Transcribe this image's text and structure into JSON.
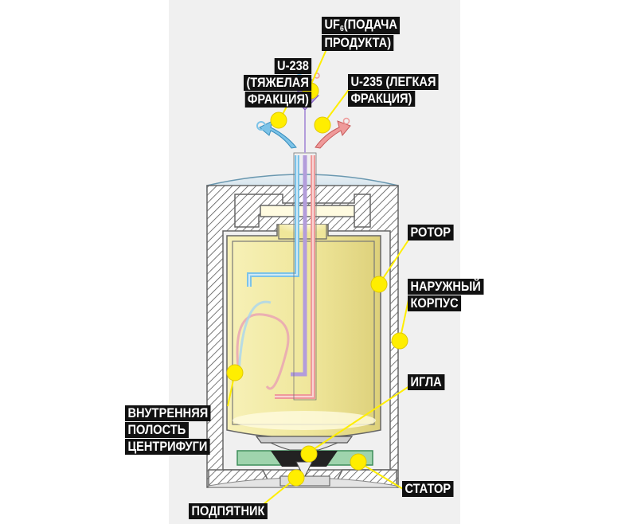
{
  "labels": {
    "uf6_feed": {
      "line1_main": "UF",
      "line1_sub": "6",
      "line1_rest": " (ПОДАЧА",
      "line2": "ПРОДУКТА)"
    },
    "u238": {
      "line1": "U-238",
      "line2": "(ТЯЖЕЛАЯ",
      "line3": "ФРАКЦИЯ)"
    },
    "u235": {
      "line1": "U-235 (ЛЕГКАЯ",
      "line2": "ФРАКЦИЯ)"
    },
    "rotor": {
      "line1": "РОТОР"
    },
    "outer_casing": {
      "line1": "НАРУЖНЫЙ",
      "line2": "КОРПУС"
    },
    "needle": {
      "line1": "ИГЛА"
    },
    "inner_cavity": {
      "line1": "ВНУТРЕННЯЯ",
      "line2": "ПОЛОСТЬ",
      "line3": "ЦЕНТРИФУГИ"
    },
    "stator": {
      "line1": "СТАТОР"
    },
    "thrust_bearing": {
      "line1": "ПОДПЯТНИК"
    }
  },
  "colors": {
    "marker": "#ffee00",
    "label_bg": "#111111",
    "label_text": "#ffffff",
    "casing": "#888888",
    "rotor_fill": "#f2eba0",
    "heavy_fraction": "#7cc3e8",
    "light_fraction": "#ef9a9a",
    "feed": "#b39ddb",
    "stator": "#9fd4ad"
  }
}
